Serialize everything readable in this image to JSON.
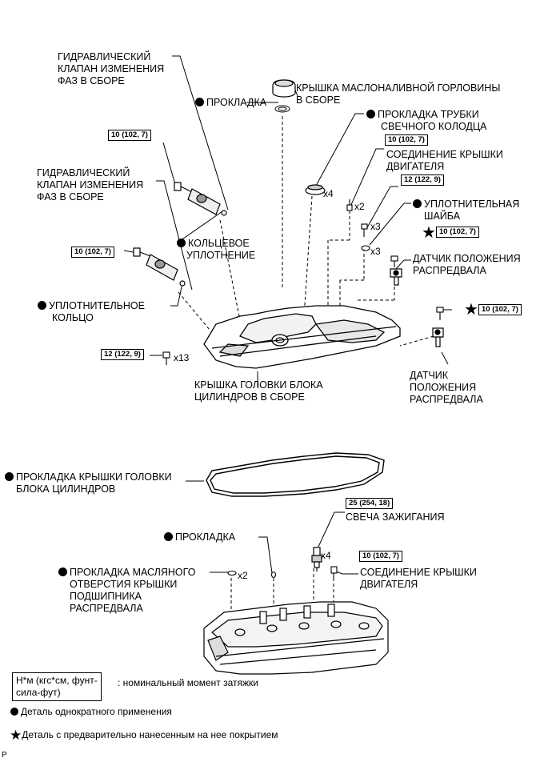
{
  "labels": {
    "vvt_valve_top": [
      "ГИДРАВЛИЧЕСКИЙ",
      "КЛАПАН ИЗМЕНЕНИЯ",
      "ФАЗ В СБОРЕ"
    ],
    "vvt_valve_mid": [
      "ГИДРАВЛИЧЕСКИЙ",
      "КЛАПАН ИЗМЕНЕНИЯ",
      "ФАЗ В СБОРЕ"
    ],
    "gasket_top": "ПРОКЛАДКА",
    "oil_filler_cap": [
      "КРЫШКА МАСЛОНАЛИВНОЙ ГОРЛОВИНЫ",
      "В СБОРЕ"
    ],
    "plug_tube_gasket": [
      "ПРОКЛАДКА ТРУБКИ",
      "СВЕЧНОГО КОЛОДЦА"
    ],
    "engine_cover_conn_top": [
      "СОЕДИНЕНИЕ КРЫШКИ",
      "ДВИГАТЕЛЯ"
    ],
    "seal_washer": [
      "УПЛОТНИТЕЛЬНАЯ",
      "ШАЙБА"
    ],
    "cam_sensor_1": [
      "ДАТЧИК ПОЛОЖЕНИЯ",
      "РАСПРЕДВАЛА"
    ],
    "o_ring_1": [
      "КОЛЬЦЕВОЕ",
      "УПЛОТНЕНИЕ"
    ],
    "o_ring_2": [
      "УПЛОТНИТЕЛЬНОЕ",
      "КОЛЬЦО"
    ],
    "cam_sensor_2": [
      "ДАТЧИК",
      "ПОЛОЖЕНИЯ",
      "РАСПРЕДВАЛА"
    ],
    "head_cover": [
      "КРЫШКА ГОЛОВКИ БЛОКА",
      "ЦИЛИНДРОВ В СБОРЕ"
    ],
    "head_cover_gasket": [
      "ПРОКЛАДКА КРЫШКИ ГОЛОВКИ",
      "БЛОКА ЦИЛИНДРОВ"
    ],
    "spark_plug": "СВЕЧА ЗАЖИГАНИЯ",
    "gasket_bottom": "ПРОКЛАДКА",
    "bearing_cap_oil_hole_gasket": [
      "ПРОКЛАДКА МАСЛЯНОГО",
      "ОТВЕРСТИЯ КРЫШКИ",
      "ПОДШИПНИКА",
      "РАСПРЕДВАЛА"
    ],
    "engine_cover_conn_bottom": [
      "СОЕДИНЕНИЕ КРЫШКИ",
      "ДВИГАТЕЛЯ"
    ]
  },
  "torques": {
    "t1": "10 (102, 7)",
    "t2": "10 (102, 7)",
    "t3": "10 (102, 7)",
    "t4": "12 (122, 9)",
    "t5": "10 (102, 7)",
    "t6": "10 (102, 7)",
    "t7": "12 (122, 9)",
    "t8": "25 (254, 18)",
    "t9": "10 (102, 7)"
  },
  "multipliers": {
    "m_x4_top": "x4",
    "m_x2_top": "x2",
    "m_x3_a": "x3",
    "m_x3_b": "x3",
    "m_x13": "x13",
    "m_x4_bottom": "x4",
    "m_x2_bottom": "x2"
  },
  "legend": {
    "torque_unit": [
      "Н*м (кгс*см, фунт-",
      "сила-фут)"
    ],
    "torque_desc": ": номинальный момент затяжки",
    "single_use": "Деталь однократного применения",
    "precoated": "Деталь с предварительно нанесенным на нее покрытием"
  },
  "corner_mark": "P"
}
